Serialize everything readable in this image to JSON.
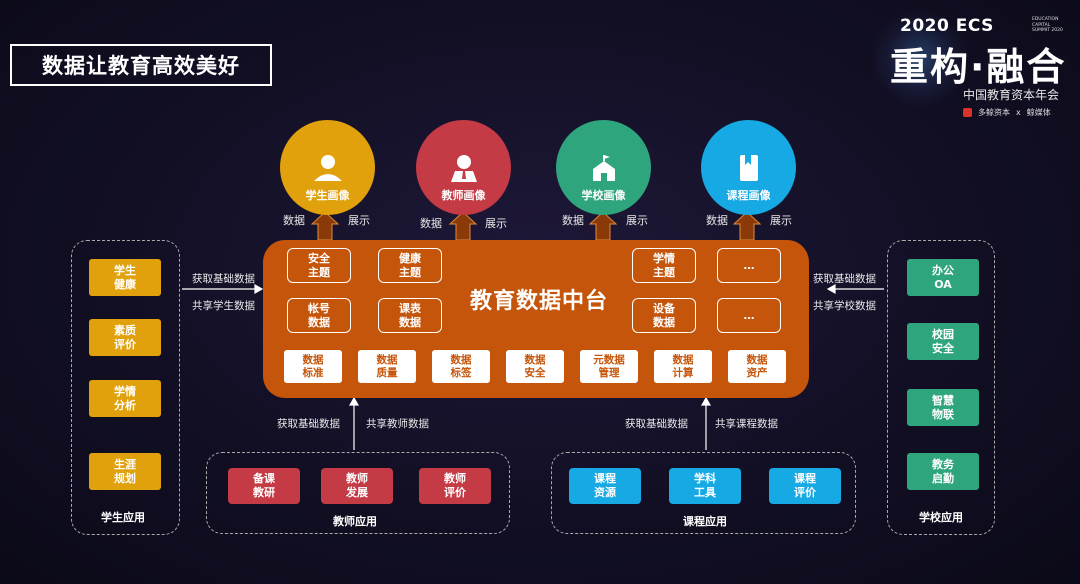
{
  "title": "数据让教育高效美好",
  "brand": {
    "year": "2020 ECS",
    "tiny": [
      "EDUCATION",
      "CAPITAL",
      "SUMMIT 2020"
    ],
    "main": "重构·融合",
    "subtitle": "中国教育资本年会",
    "logo1": "多鲸资本",
    "logo_sep": "x",
    "logo2": "鲸媒体"
  },
  "portraits": [
    {
      "label": "学生画像",
      "color": "#e0a10d",
      "left_label": "数据",
      "right_label": "展示"
    },
    {
      "label": "教师画像",
      "color": "#c43a45",
      "left_label": "数据",
      "right_label": "展示"
    },
    {
      "label": "学校画像",
      "color": "#2fa57e",
      "left_label": "数据",
      "right_label": "展示"
    },
    {
      "label": "课程画像",
      "color": "#16a9e3",
      "left_label": "数据",
      "right_label": "展示"
    }
  ],
  "core": {
    "title": "教育数据中台",
    "themes_left": [
      {
        "l1": "安全",
        "l2": "主题"
      },
      {
        "l1": "健康",
        "l2": "主题"
      },
      {
        "l1": "帐号",
        "l2": "数据"
      },
      {
        "l1": "课表",
        "l2": "数据"
      }
    ],
    "themes_right": [
      {
        "l1": "学情",
        "l2": "主题"
      },
      {
        "l1": "…",
        "l2": ""
      },
      {
        "l1": "设备",
        "l2": "数据"
      },
      {
        "l1": "…",
        "l2": ""
      }
    ],
    "tools": [
      {
        "l1": "数据",
        "l2": "标准"
      },
      {
        "l1": "数据",
        "l2": "质量"
      },
      {
        "l1": "数据",
        "l2": "标签"
      },
      {
        "l1": "数据",
        "l2": "安全"
      },
      {
        "l1": "元数据",
        "l2": "管理"
      },
      {
        "l1": "数据",
        "l2": "计算"
      },
      {
        "l1": "数据",
        "l2": "资产"
      }
    ]
  },
  "left_panel": {
    "title": "学生应用",
    "items": [
      {
        "l1": "学生",
        "l2": "健康"
      },
      {
        "l1": "素质",
        "l2": "评价"
      },
      {
        "l1": "学情",
        "l2": "分析"
      },
      {
        "l1": "生涯",
        "l2": "规划"
      }
    ],
    "flow_top": "获取基础数据",
    "flow_bottom": "共享学生数据"
  },
  "right_panel": {
    "title": "学校应用",
    "items": [
      {
        "l1": "办公",
        "l2": "OA"
      },
      {
        "l1": "校园",
        "l2": "安全"
      },
      {
        "l1": "智慧",
        "l2": "物联"
      },
      {
        "l1": "教务",
        "l2": "启勤"
      }
    ],
    "flow_top": "获取基础数据",
    "flow_bottom": "共享学校数据"
  },
  "teacher_panel": {
    "title": "教师应用",
    "items": [
      {
        "l1": "备课",
        "l2": "教研"
      },
      {
        "l1": "教师",
        "l2": "发展"
      },
      {
        "l1": "教师",
        "l2": "评价"
      }
    ],
    "flow_left": "获取基础数据",
    "flow_right": "共享教师数据"
  },
  "course_panel": {
    "title": "课程应用",
    "items": [
      {
        "l1": "课程",
        "l2": "资源"
      },
      {
        "l1": "学科",
        "l2": "工具"
      },
      {
        "l1": "课程",
        "l2": "评价"
      }
    ],
    "flow_left": "获取基础数据",
    "flow_right": "共享课程数据"
  },
  "colors": {
    "core": "#c5550a",
    "gold": "#e0a10d",
    "red": "#c43a45",
    "green": "#2fa57e",
    "blue": "#16a9e3",
    "background": "#120f24"
  }
}
